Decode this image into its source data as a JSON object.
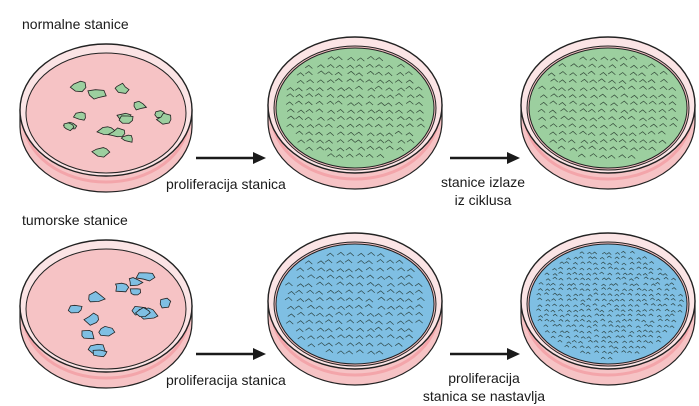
{
  "rows": [
    {
      "heading": "normalne stanice",
      "cell_color": "#9ccf9f",
      "arrow1_label": "proliferacija stanica",
      "arrow2_label_lines": [
        "stanice izlaze",
        "iz ciklusa"
      ],
      "dishes": [
        "sparse",
        "confluent",
        "confluent"
      ]
    },
    {
      "heading": "tumorske stanice",
      "cell_color": "#7fbfe3",
      "arrow1_label": "proliferacija stanica",
      "arrow2_label_lines": [
        "proliferacija",
        "stanica se nastavlja"
      ],
      "dishes": [
        "sparse",
        "confluent",
        "overgrown"
      ]
    }
  ],
  "colors": {
    "dish_inner": "#f6c3c5",
    "dish_rim": "#f3a5aa",
    "outline": "#222222"
  }
}
